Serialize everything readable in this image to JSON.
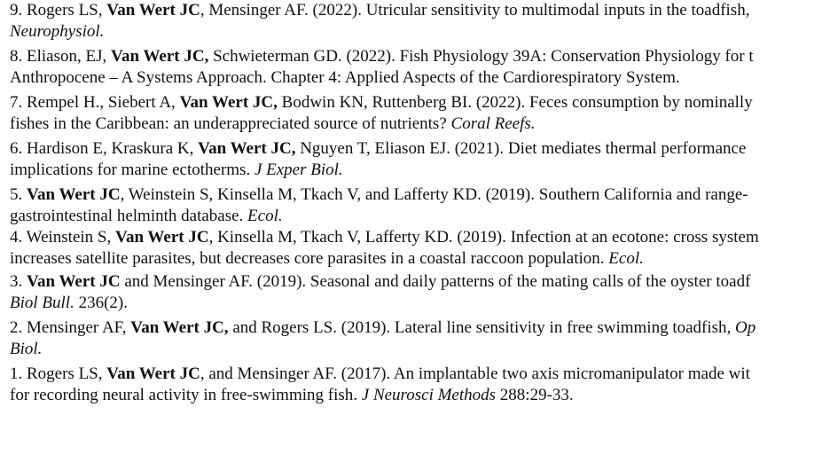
{
  "publications": [
    {
      "id": "9",
      "line1_a": "9. Rogers LS, ",
      "line1_bold": "Van Wert JC",
      "line1_b": ", Mensinger AF. (2022). Utricular sensitivity to multimodal inputs in the toadfish, ",
      "line2_italic": "Neurophysiol.",
      "line2_rest": ""
    },
    {
      "id": "8",
      "line1_a": "8. Eliason, EJ, ",
      "line1_bold": "Van Wert JC,",
      "line1_b": " Schwieterman GD. (2022). Fish Physiology 39A: Conservation Physiology for t",
      "line2_plain": "Anthropocene – A Systems Approach. Chapter 4: Applied Aspects of the Cardiorespiratory System."
    },
    {
      "id": "7",
      "line1_a": "7. Rempel H., Siebert A, ",
      "line1_bold": "Van Wert JC,",
      "line1_b": " Bodwin KN, Ruttenberg BI. (2022). Feces consumption by nominally",
      "line2_plain": "fishes in the Caribbean: an underappreciated source of nutrients? ",
      "line2_italic": "Coral Reefs."
    },
    {
      "id": "6",
      "line1_a": "6. Hardison E, Kraskura K, ",
      "line1_bold": "Van Wert JC,",
      "line1_b": " Nguyen T, Eliason EJ. (2021). Diet mediates thermal performance",
      "line2_plain": "implications for marine ectotherms. ",
      "line2_italic": "J Exper Biol."
    },
    {
      "id": "5",
      "line1_a": "5. ",
      "line1_bold": "Van Wert JC",
      "line1_b": ", Weinstein S, Kinsella M, Tkach V, and Lafferty KD. (2019). Southern California and range-",
      "line2_plain": "gastrointestinal helminth database. ",
      "line2_italic": "Ecol."
    },
    {
      "id": "4",
      "line1_a": "4. Weinstein S, ",
      "line1_bold": "Van Wert JC",
      "line1_b": ", Kinsella M, Tkach V, Lafferty KD. (2019). Infection at an ecotone: cross system",
      "line2_plain": "increases satellite parasites, but decreases core parasites in a coastal raccoon population. ",
      "line2_italic": "Ecol."
    },
    {
      "id": "3",
      "line1_a": "3. ",
      "line1_bold": "Van Wert JC",
      "line1_b": " and Mensinger AF. (2019). Seasonal and daily patterns of the mating calls of the oyster toadf",
      "line2_italic": "Biol Bull.",
      "line2_rest": " 236(2)."
    },
    {
      "id": "2",
      "line1_a": "2. Mensinger AF, ",
      "line1_bold": "Van Wert JC,",
      "line1_b": " and Rogers LS. (2019). Lateral line sensitivity in free swimming toadfish, ",
      "line1_italic": "Op",
      "line2_italic": "Biol."
    },
    {
      "id": "1",
      "line1_a": "1. Rogers LS, ",
      "line1_bold": "Van Wert JC",
      "line1_b": ", and Mensinger AF. (2017). An implantable two axis micromanipulator made wit",
      "line2_plain": "for recording neural activity in free-swimming fish. ",
      "line2_italic": "J Neurosci Methods",
      "line2_rest": " 288:29-33."
    }
  ]
}
